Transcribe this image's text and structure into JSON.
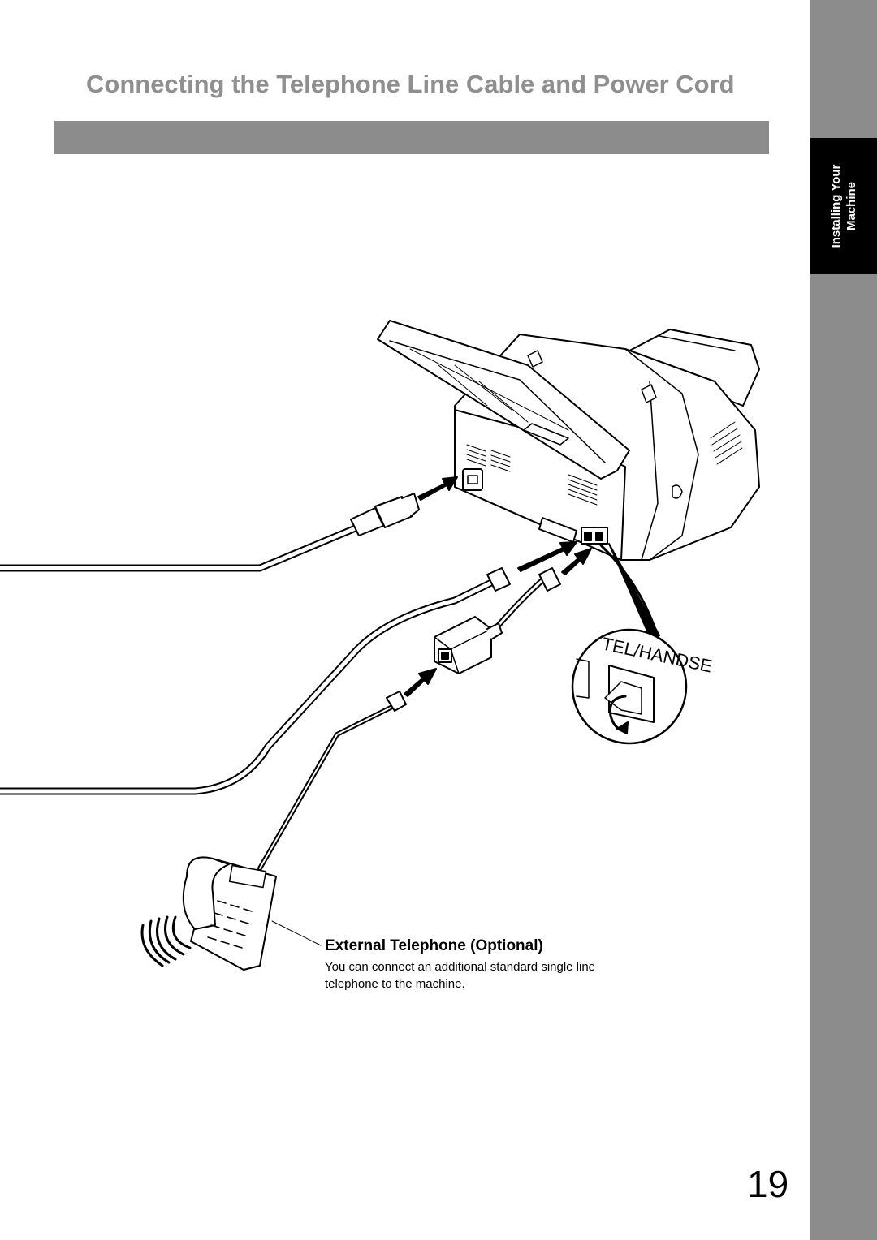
{
  "header": {
    "title": "Connecting the Telephone Line Cable and Power Cord"
  },
  "side_tab": {
    "line1": "Installing Your",
    "line2": "Machine"
  },
  "illustration": {
    "callout_label": "TEL/HANDSE"
  },
  "caption": {
    "title": "External Telephone (Optional)",
    "body": "You can connect an additional standard single line telephone to the machine."
  },
  "footer": {
    "page_number": "19"
  },
  "colors": {
    "title_gray": "#8f8f8f",
    "bar_gray": "#8c8c8c",
    "tab_black": "#000000"
  }
}
